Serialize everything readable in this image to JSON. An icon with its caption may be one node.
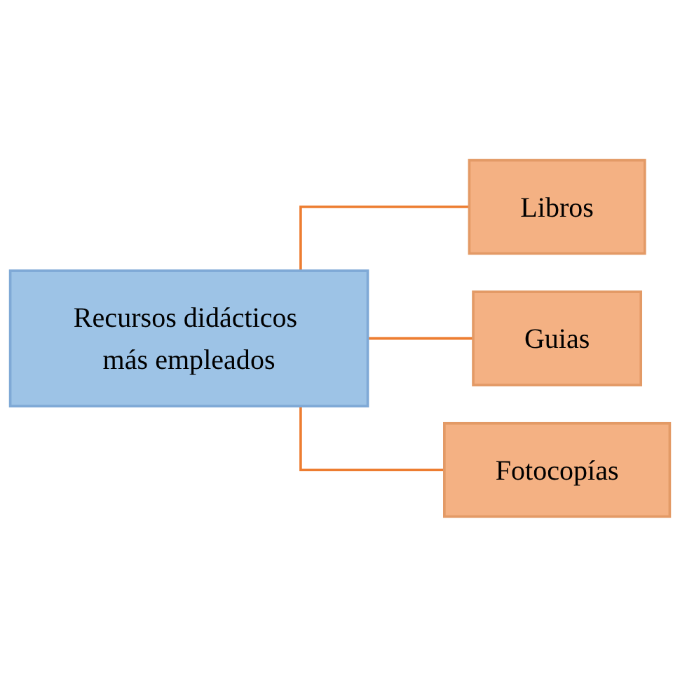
{
  "diagram": {
    "nodes": [
      {
        "text": [
          "Recursos didácticos más empleados"
        ]
      },
      {
        "text": [
          "Libros"
        ]
      },
      {
        "text": [
          "Guias"
        ]
      },
      {
        "text": [
          "Fotocopías"
        ]
      }
    ],
    "edges": [
      {
        "from": 0,
        "to": 1,
        "arrow": "none"
      },
      {
        "from": 0,
        "to": 2,
        "arrow": "none"
      },
      {
        "from": 0,
        "to": 3,
        "arrow": "none"
      }
    ]
  }
}
